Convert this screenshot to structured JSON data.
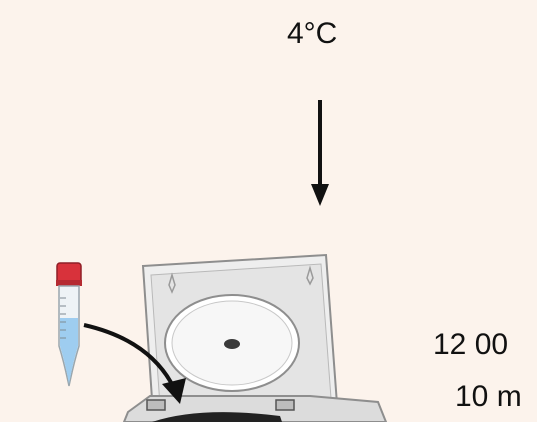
{
  "labels": {
    "temperature": "4°C",
    "speed": "12 00",
    "time": "10 m"
  },
  "colors": {
    "background": "#fcf3ec",
    "tube_cap": "#d8323b",
    "liquid": "#9ecdf0"
  },
  "icons": [
    "down-arrow-icon",
    "falcon-tube-icon",
    "curved-arrow-icon",
    "centrifuge-icon"
  ]
}
